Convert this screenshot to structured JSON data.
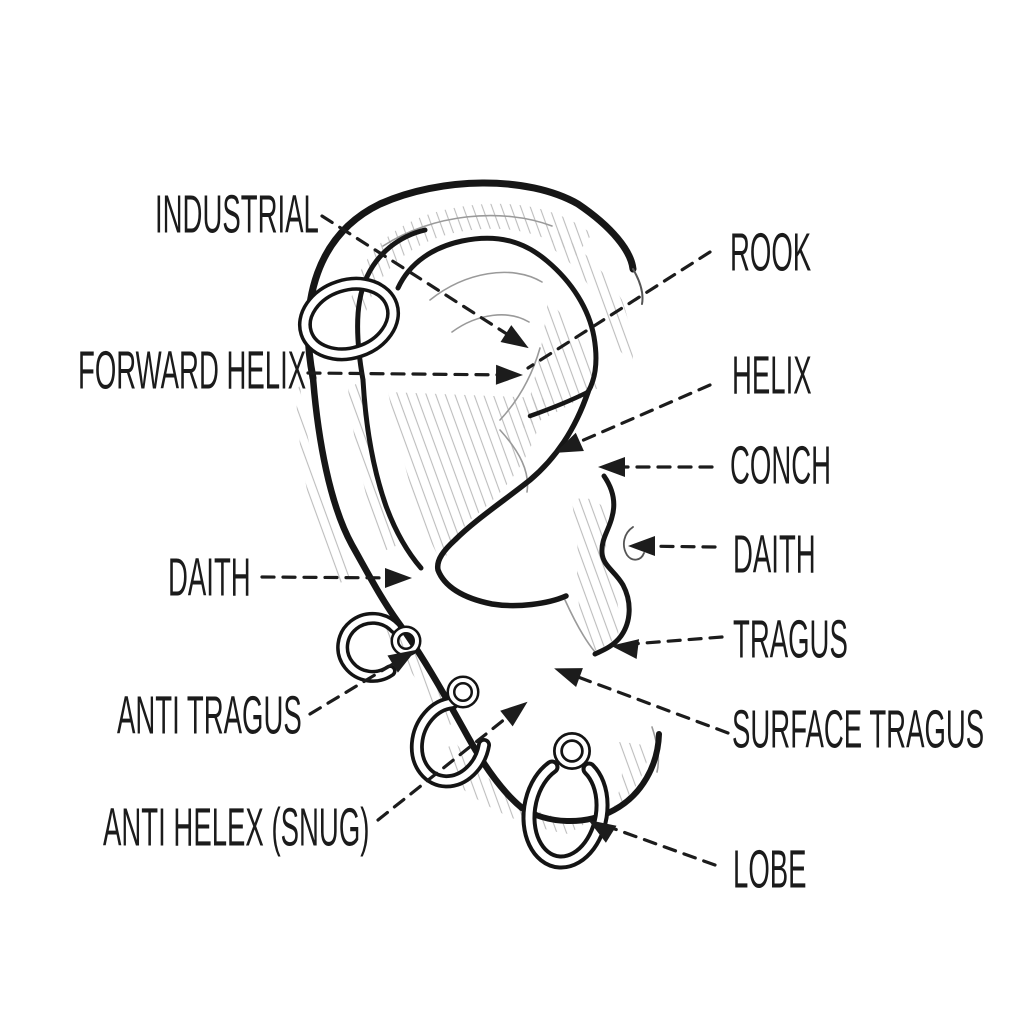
{
  "style": {
    "background": "#ffffff",
    "line_color": "#1b1b1b",
    "label_color": "#1b1b1b"
  },
  "labels": {
    "left": [
      {
        "id": "industrial",
        "text": "INDUSTRIAL"
      },
      {
        "id": "forward-helix",
        "text": "FORWARD HELIX"
      },
      {
        "id": "daith-left",
        "text": "DAITH"
      },
      {
        "id": "anti-tragus",
        "text": "ANTI TRAGUS"
      },
      {
        "id": "anti-helex-snug",
        "text": "ANTI HELEX (SNUG)"
      }
    ],
    "right": [
      {
        "id": "rook",
        "text": "ROOK"
      },
      {
        "id": "helix",
        "text": "HELIX"
      },
      {
        "id": "conch",
        "text": "CONCH"
      },
      {
        "id": "daith-right",
        "text": "DAITH"
      },
      {
        "id": "tragus",
        "text": "TRAGUS"
      },
      {
        "id": "surface-tragus",
        "text": "SURFACE TRAGUS"
      },
      {
        "id": "lobe",
        "text": "LOBE"
      }
    ]
  }
}
